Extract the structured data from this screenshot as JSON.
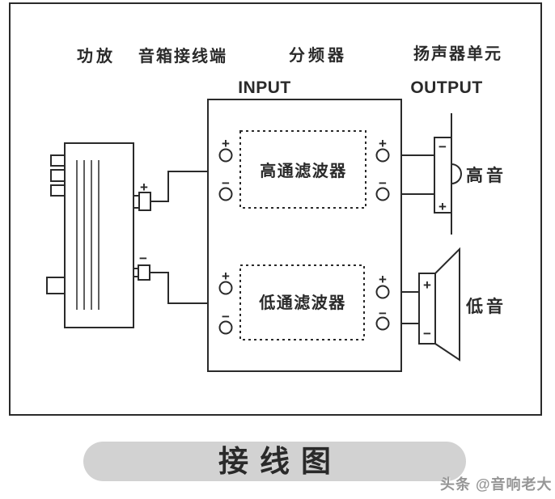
{
  "colors": {
    "line": "#2a2a2a",
    "background": "#ffffff",
    "caption_background": "#d2d2d2",
    "watermark_text": "#969696"
  },
  "headers": {
    "amplifier": "功放",
    "speaker_terminals": "音箱接线端",
    "crossover": "分频器",
    "speaker_units": "扬声器单元"
  },
  "crossover": {
    "input_label": "INPUT",
    "output_label": "OUTPUT",
    "high_pass_filter": "高通滤波器",
    "low_pass_filter": "低通滤波器"
  },
  "signs": {
    "plus": "+",
    "minus": "−"
  },
  "speakers": {
    "tweeter": "高音",
    "woofer": "低音"
  },
  "caption": "接线图",
  "watermark": "头条 @音响老大"
}
